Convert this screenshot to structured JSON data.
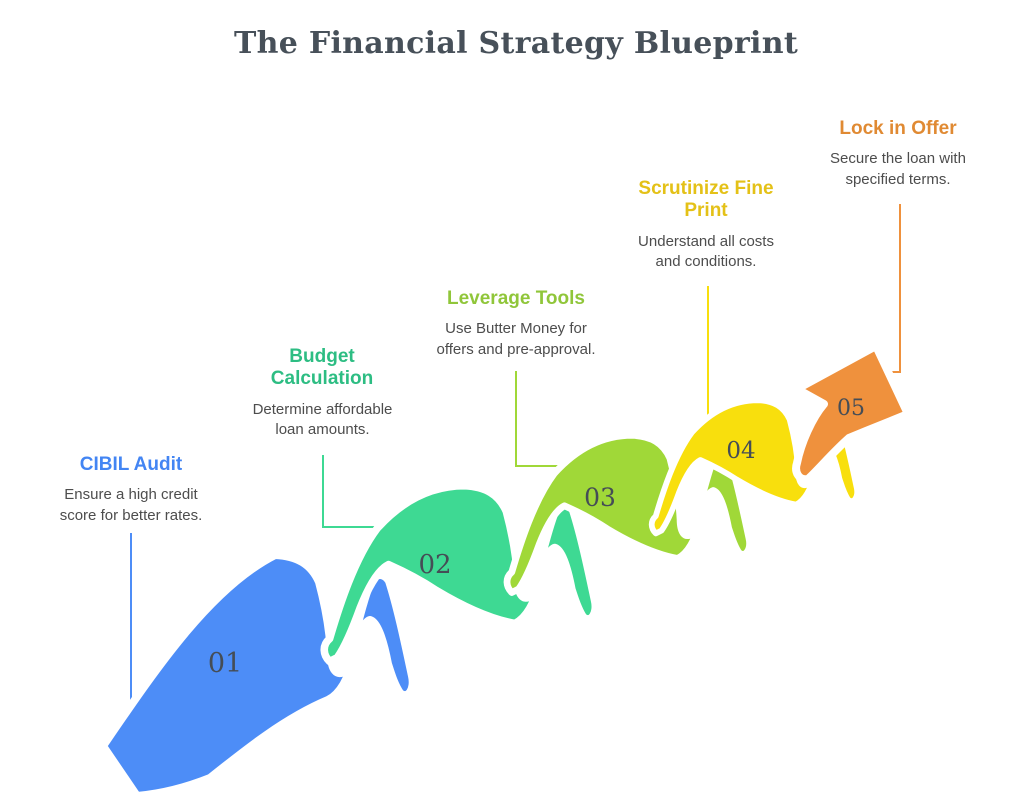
{
  "title": "The Financial Strategy Blueprint",
  "title_color": "#475059",
  "number_color": "#454d56",
  "body_text_color": "#4d4d4d",
  "steps": [
    {
      "number": "01",
      "title": "CIBIL Audit",
      "description": "Ensure a high credit score for better rates.",
      "color": "#4d8df7",
      "text_color": "#4385f3"
    },
    {
      "number": "02",
      "title": "Budget Calculation",
      "description": "Determine affordable loan amounts.",
      "color": "#3ed993",
      "text_color": "#2dbd83"
    },
    {
      "number": "03",
      "title": "Leverage Tools",
      "description": "Use Butter Money for offers and pre-approval.",
      "color": "#a0d838",
      "text_color": "#90c63a"
    },
    {
      "number": "04",
      "title": "Scrutinize Fine Print",
      "description": "Understand all costs and conditions.",
      "color": "#f8df0d",
      "text_color": "#e4c117"
    },
    {
      "number": "05",
      "title": "Lock in Offer",
      "description": "Secure the loan with specified terms.",
      "color": "#ef913d",
      "text_color": "#e08a33"
    }
  ]
}
